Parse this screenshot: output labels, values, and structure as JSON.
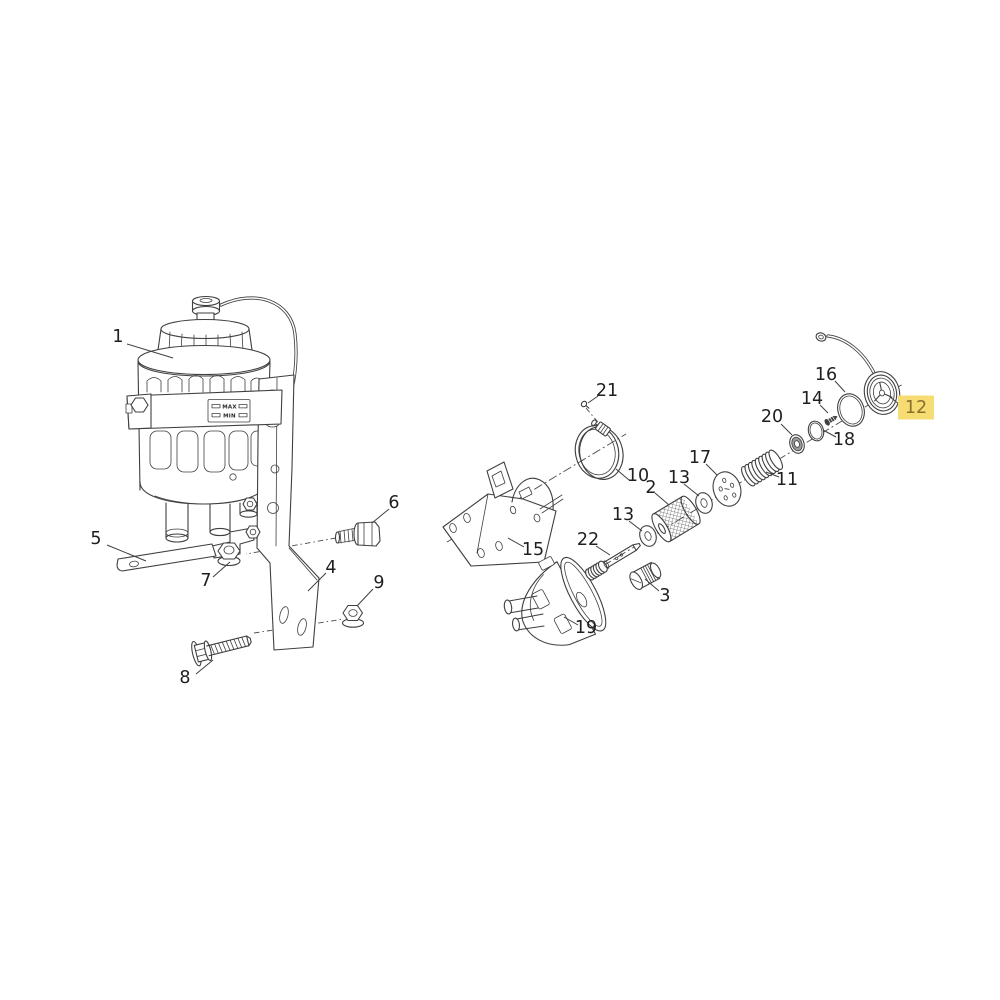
{
  "diagram": {
    "kind": "exploded-parts-diagram",
    "background": "#ffffff"
  },
  "colors": {
    "line": "#3f3f3f",
    "text": "#1f1f1f",
    "highlight_bg": "#f6dc73",
    "highlight_text": "#8c6e2d"
  },
  "canister_label": {
    "max": "MAX",
    "min": "MIN"
  },
  "selected_part": "12",
  "callouts": [
    {
      "label": "1"
    },
    {
      "label": "2"
    },
    {
      "label": "3"
    },
    {
      "label": "4"
    },
    {
      "label": "5"
    },
    {
      "label": "6"
    },
    {
      "label": "7"
    },
    {
      "label": "8"
    },
    {
      "label": "9"
    },
    {
      "label": "10"
    },
    {
      "label": "11"
    },
    {
      "label": "12"
    },
    {
      "label": "13"
    },
    {
      "label": "13"
    },
    {
      "label": "14"
    },
    {
      "label": "15"
    },
    {
      "label": "16"
    },
    {
      "label": "17"
    },
    {
      "label": "18"
    },
    {
      "label": "19"
    },
    {
      "label": "20"
    },
    {
      "label": "21"
    },
    {
      "label": "22"
    }
  ]
}
